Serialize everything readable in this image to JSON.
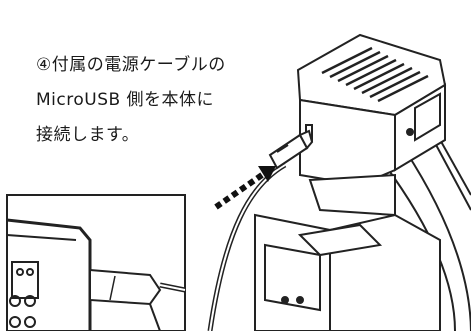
{
  "instruction": {
    "lines": [
      "④付属の電源ケーブルの",
      "MicroUSB 側を本体に",
      "接続します。"
    ]
  }
}
